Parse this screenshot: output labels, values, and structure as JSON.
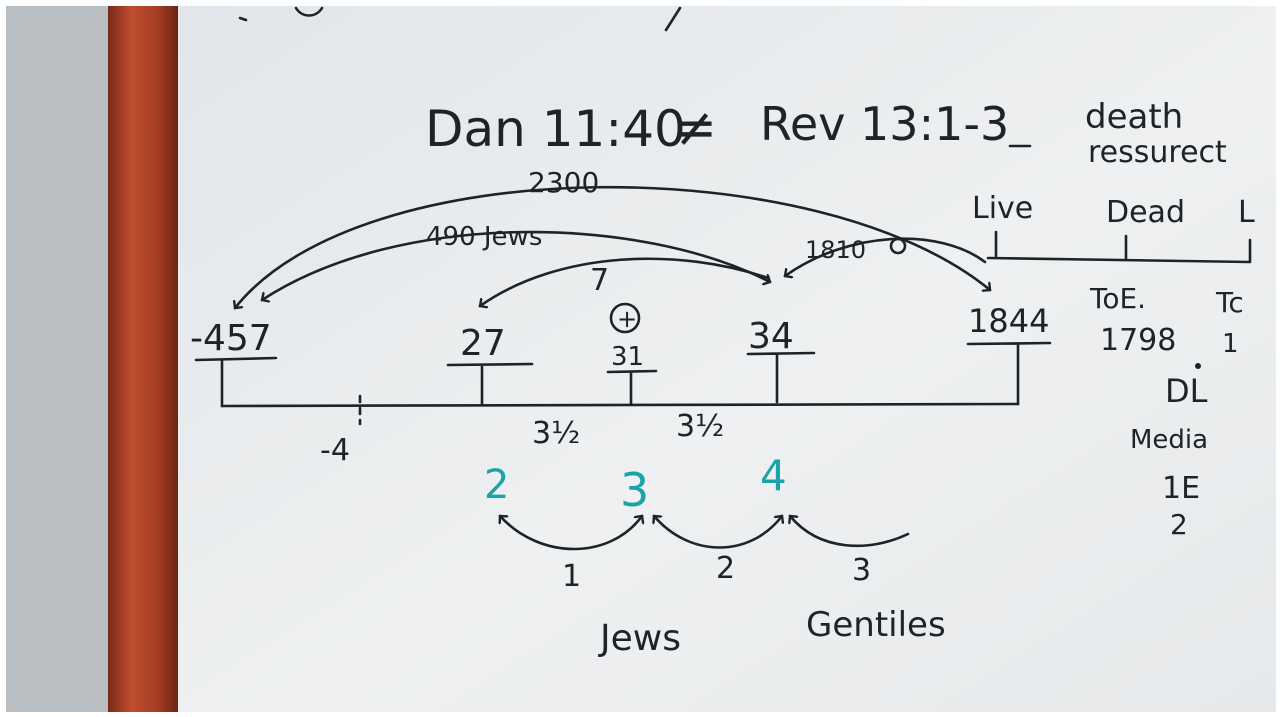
{
  "whiteboard": {
    "header": {
      "dan": "Dan 11:40",
      "neq": "≠",
      "rev": "Rev 13:1-3",
      "death": "death",
      "ressurect": "ressurect"
    },
    "arcs": {
      "span_2300": "2300",
      "span_490": "490 Jews",
      "span_1810": "1810",
      "seven": "7"
    },
    "timeline_labels": [
      "-457",
      "27",
      "31",
      "34",
      "1844"
    ],
    "crucifixion_mark": "+",
    "below_timeline": {
      "minus4": "-4",
      "half1": "3½",
      "half2": "3½"
    },
    "teal_numbers": [
      "2",
      "3",
      "4"
    ],
    "steps": [
      "1",
      "2",
      "3"
    ],
    "groups": {
      "jews": "Jews",
      "gentiles": "Gentiles"
    },
    "right_panel": {
      "live": "Live",
      "dead": "Dead",
      "l": "L",
      "toe": "ToE.",
      "year1798": "1798",
      "tc": "Tc",
      "tc_num": "1",
      "dl": "DL",
      "media": "Media",
      "te": "1E",
      "te2": "2"
    }
  },
  "colors": {
    "marker_black": "#1f2328",
    "marker_teal": "#1aa3a8",
    "board": "#e9ecee",
    "frame": "#b5442a"
  }
}
